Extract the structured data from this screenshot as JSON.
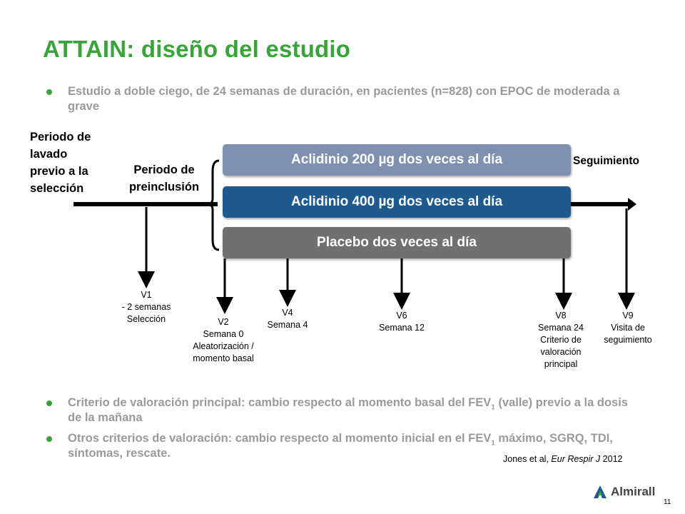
{
  "title": "ATTAIN: diseño del estudio",
  "bullets": {
    "b1": "Estudio a doble ciego, de 24 semanas de duración, en pacientes (n=828) con EPOC de moderada a grave",
    "b2_pre": "Criterio de valoración principal: cambio respecto al momento basal del FEV",
    "b2_sub": "1",
    "b2_post": "(valle) previo a la dosis de la mañana",
    "b3_pre": "Otros criterios de valoración: cambio respecto al momento inicial en el FEV",
    "b3_sub": "1",
    "b3_post": "máximo, SGRQ, TDI, síntomas, rescate."
  },
  "phases": {
    "washout": [
      "Periodo de",
      "lavado",
      "previo a la",
      "selección"
    ],
    "runin": [
      "Periodo de",
      "preinclusión"
    ],
    "followup": "Seguimiento"
  },
  "arms": [
    "Aclidinio 200 µg dos veces al día",
    "Aclidinio 400 µg dos veces al día",
    "Placebo dos veces al día"
  ],
  "visits": [
    {
      "lines": [
        "V1",
        "- 2 semanas",
        "Selección"
      ]
    },
    {
      "lines": [
        "V2",
        "Semana 0",
        "Aleatorización /",
        "momento basal"
      ]
    },
    {
      "lines": [
        "V4",
        "Semana 4"
      ]
    },
    {
      "lines": [
        "V6",
        "Semana 12"
      ]
    },
    {
      "lines": [
        "V8",
        "Semana 24",
        "Criterio de",
        "valoración",
        "principal"
      ]
    },
    {
      "lines": [
        "V9",
        "Visita de",
        "seguimiento"
      ]
    }
  ],
  "citation": {
    "authors": "Jones et al, ",
    "journal": "Eur Respir J",
    "year": " 2012"
  },
  "logo": "Almirall",
  "page_number": "11",
  "colors": {
    "accent_green": "#3aa33a",
    "arm1": "#7f90b0",
    "arm2": "#1e5a8e",
    "arm3": "#707070"
  }
}
